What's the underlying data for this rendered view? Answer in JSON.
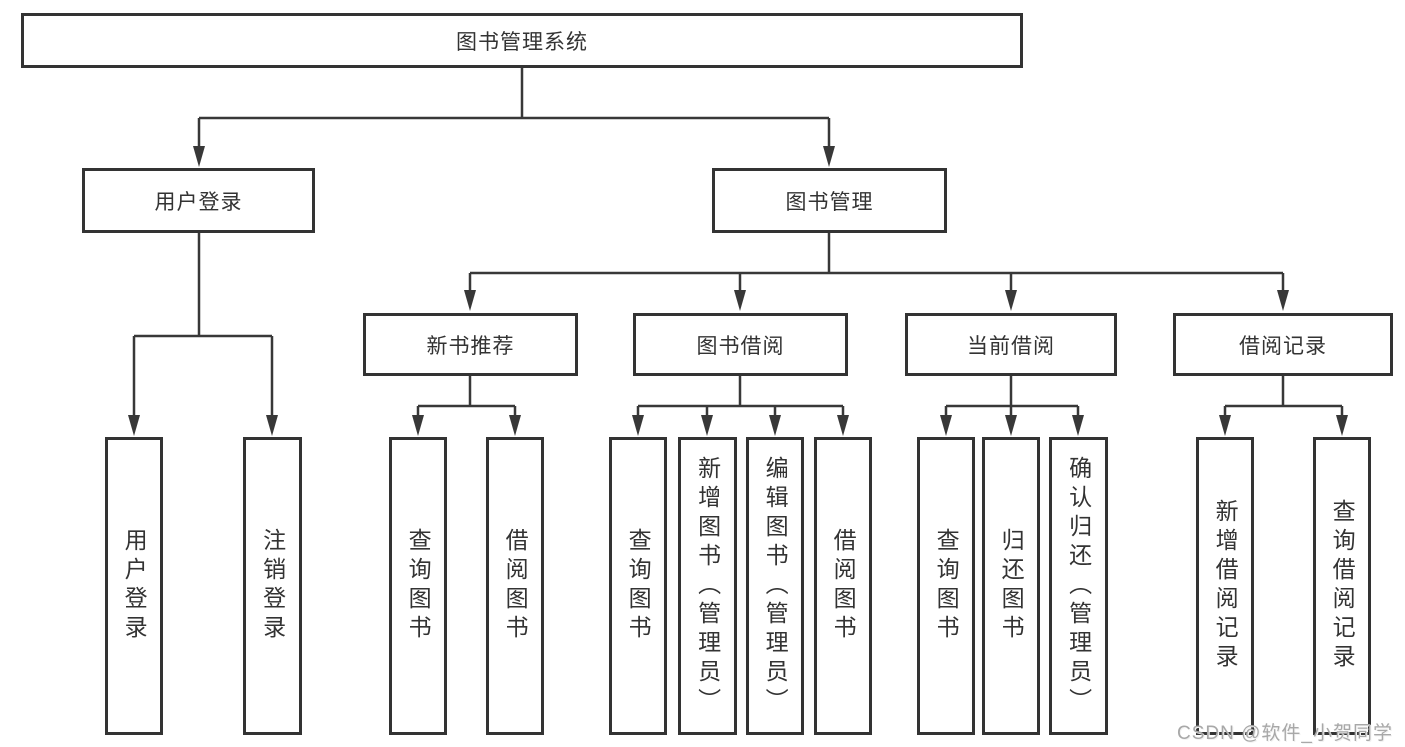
{
  "diagram_type": "tree",
  "tree": {
    "label": "图书管理系统",
    "children": [
      {
        "label": "用户登录",
        "children": [
          {
            "label": "用户登录"
          },
          {
            "label": "注销登录"
          }
        ]
      },
      {
        "label": "图书管理",
        "children": [
          {
            "label": "新书推荐",
            "children": [
              {
                "label": "查询图书"
              },
              {
                "label": "借阅图书"
              }
            ]
          },
          {
            "label": "图书借阅",
            "children": [
              {
                "label": "查询图书"
              },
              {
                "label": "新增图书（管理员）"
              },
              {
                "label": "编辑图书（管理员）"
              },
              {
                "label": "借阅图书"
              }
            ]
          },
          {
            "label": "当前借阅",
            "children": [
              {
                "label": "查询图书"
              },
              {
                "label": "归还图书"
              },
              {
                "label": "确认归还（管理员）"
              }
            ]
          },
          {
            "label": "借阅记录",
            "children": [
              {
                "label": "新增借阅记录"
              },
              {
                "label": "查询借阅记录"
              }
            ]
          }
        ]
      }
    ]
  },
  "watermark": {
    "text": "CSDN @软件_小贺同学"
  },
  "colors": {
    "line": "#383838",
    "box_border": "#333333",
    "box_fill": "#ffffff",
    "text": "#333333",
    "watermark": "#a8a8a8",
    "background": "#ffffff"
  }
}
